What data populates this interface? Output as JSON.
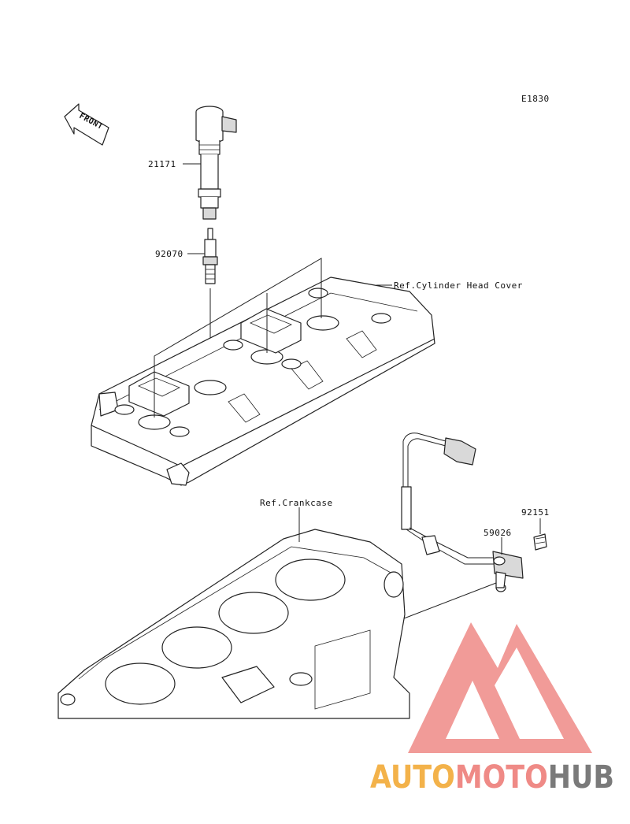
{
  "diagram": {
    "code": "E1830",
    "front_label": "FRONT",
    "parts": [
      {
        "id": "ignition-coil",
        "number": "21171"
      },
      {
        "id": "spark-plug",
        "number": "92070"
      },
      {
        "id": "sensor",
        "number": "59026"
      },
      {
        "id": "bolt",
        "number": "92151"
      }
    ],
    "references": {
      "cylinder_head_cover": "Ref.Cylinder Head Cover",
      "crankcase": "Ref.Crankcase"
    }
  },
  "watermark": {
    "part1": "AUTO",
    "part2": "MOTO",
    "part3": "HUB",
    "colors": {
      "auto": "#f3b24a",
      "moto": "#ef8a86",
      "hub": "#7a7a7a",
      "triangle": "#ef8a86"
    }
  }
}
